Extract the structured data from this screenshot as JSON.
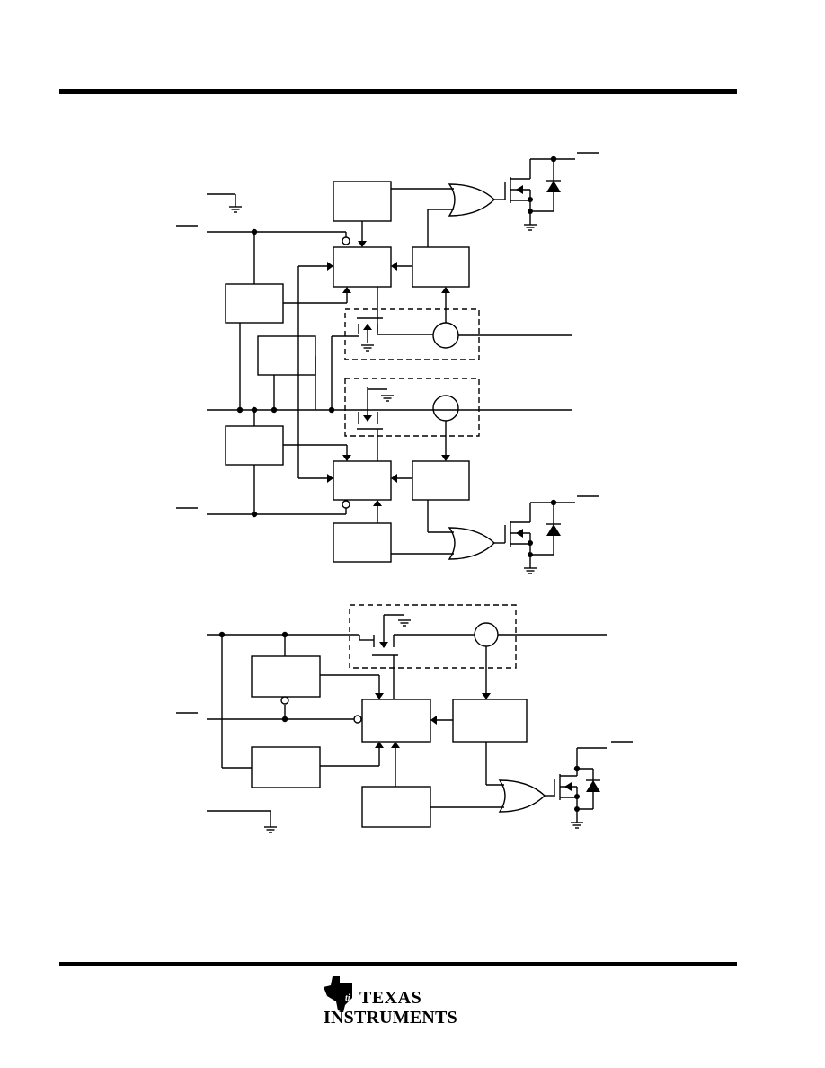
{
  "document": {
    "title": "",
    "colors": {
      "ink": "#000000",
      "paper": "#ffffff"
    }
  },
  "footer": {
    "logo": {
      "line1": "TEXAS",
      "line2": "INSTRUMENTS"
    }
  },
  "icons": {
    "logo": "ti-map-logo",
    "ground": "ground-symbol",
    "or_gate": "or-gate-symbol",
    "mosfet": "mosfet-symbol",
    "diode": "diode-symbol"
  }
}
